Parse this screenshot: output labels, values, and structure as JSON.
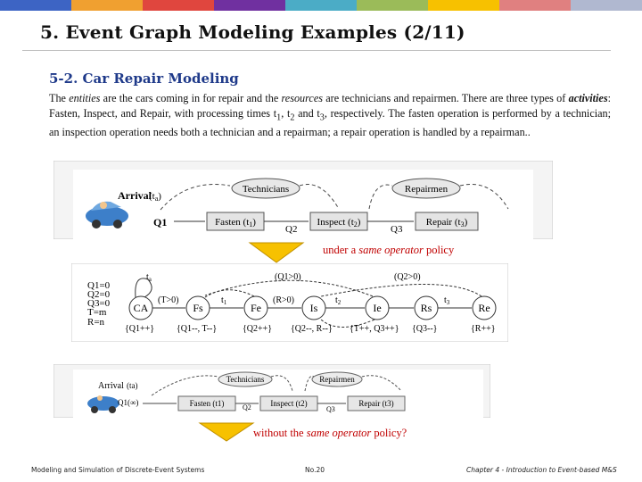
{
  "header": {
    "stripe_colors": [
      "#3d64c4",
      "#f0a030",
      "#e0463e",
      "#7030a0",
      "#4bacc6",
      "#9bbb59",
      "#f7c100",
      "#e08080",
      "#b0b8d0"
    ],
    "title": "5. Event Graph Modeling Examples (2/11)"
  },
  "section": {
    "subtitle": "5-2. Car Repair Modeling",
    "paragraph": {
      "s1": "The ",
      "s2": "entities",
      "s3": " are the cars coming in for repair and the ",
      "s4": "resources",
      "s5": " are technicians and repairmen. There are three types of ",
      "s6": "activities",
      "s7": ": Fasten, Inspect, and Repair, with processing times t",
      "sub1": "1",
      "s8": ", t",
      "sub2": "2",
      "s9": " and t",
      "sub3": "3",
      "s10": ", respectively. The fasten operation is performed by a technician; an inspection operation needs both a technician and a repairman; a repair operation is handled by a repairman.."
    }
  },
  "figure1": {
    "arrival": "Arrival",
    "ta": "(t",
    "ta_sub": "a",
    "ta_close": ")",
    "technicians": "Technicians",
    "repairmen": "Repairmen",
    "q1": "Q1",
    "fasten": "Fasten (t",
    "fasten_sub": "1",
    "q2": "Q2",
    "inspect": "Inspect (t",
    "inspect_sub": "2",
    "q3": "Q3",
    "repair": "Repair (t",
    "repair_sub": "3",
    "close": ")"
  },
  "policy1": {
    "prefix": "under a ",
    "italic": "same operator",
    "suffix": " policy"
  },
  "figure2": {
    "init": [
      "Q1=0",
      "Q2=0",
      "Q3=0",
      "T=m",
      "R=n"
    ],
    "nodes": [
      "CA",
      "Fs",
      "Fe",
      "Is",
      "Ie",
      "Rs",
      "Re"
    ],
    "cond_q1": "(Q1>0)",
    "cond_q2": "(Q2>0)",
    "cond_t": "(T>0)",
    "cond_r": "(R>0)",
    "ta": "t",
    "ta_sub": "a",
    "t1": "t",
    "t1_sub": "1",
    "t2": "t",
    "t2_sub": "2",
    "t3": "t",
    "t3_sub": "3",
    "upd_ca": "{Q1++}",
    "upd_fs": "{Q1--, T--}",
    "upd_fe": "{Q2++}",
    "upd_is": "{Q2--, R--}",
    "upd_ie": "{T++, Q3++}",
    "upd_rs": "{Q3--}",
    "upd_re": "{R++}"
  },
  "figure3": {
    "arrival": "Arrival",
    "ta": "(ta)",
    "technicians": "Technicians",
    "repairmen": "Repairmen",
    "q1": "Q1(∞)",
    "fasten": "Fasten (t1)",
    "q2": "Q2",
    "inspect": "Inspect (t2)",
    "q3": "Q3",
    "repair": "Repair (t3)"
  },
  "policy2": {
    "prefix": "without the ",
    "italic": "same operator",
    "suffix": " policy?"
  },
  "footer": {
    "left": "Modeling and Simulation of Discrete-Event Systems",
    "center": "No.20",
    "right": "Chapter 4 - Introduction to Event-based M&S"
  }
}
